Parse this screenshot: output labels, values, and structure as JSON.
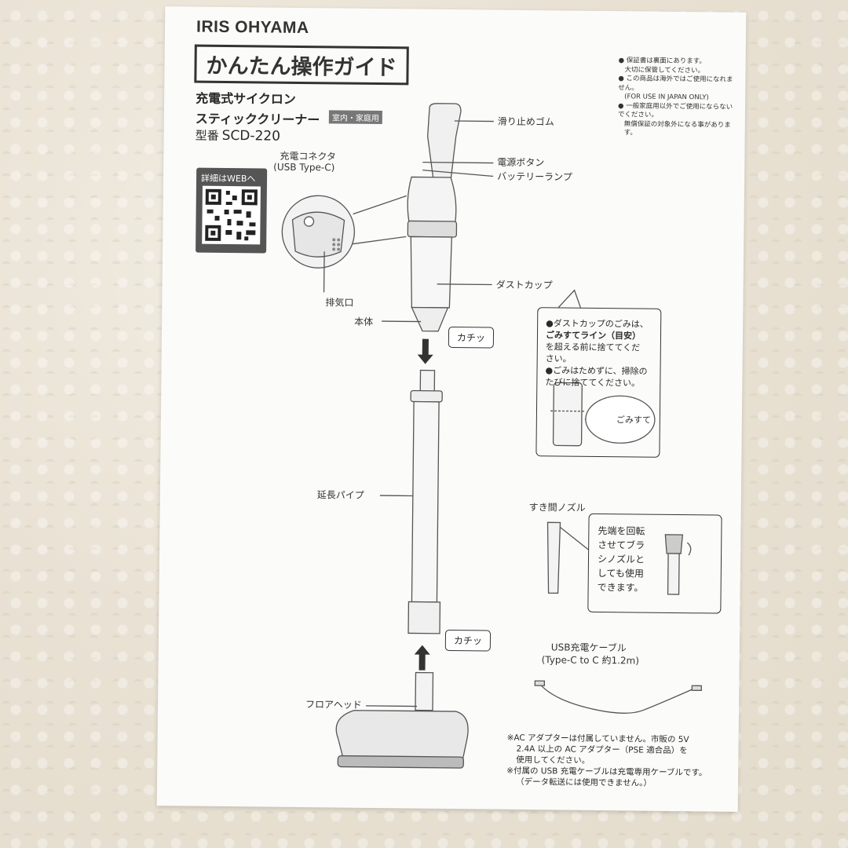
{
  "brand": "IRIS OHYAMA",
  "guide_title": "かんたん操作ガイド",
  "product": {
    "line1": "充電式サイクロン",
    "line2": "スティッククリーナー",
    "tag": "室内・家庭用",
    "model_prefix": "型番",
    "model": "SCD-220"
  },
  "qr_label": "詳細はWEBへ",
  "notes": [
    "● 保証書は裏面にあります。",
    "大切に保管してください。",
    "● この商品は海外ではご使用になれません。",
    "(FOR USE IN JAPAN ONLY)",
    "● 一般家庭用以外でご使用にならないでください。",
    "無償保証の対象外になる事があります。"
  ],
  "labels": {
    "connector": "充電コネクタ",
    "connector_type": "(USB Type-C)",
    "exhaust": "排気口",
    "body": "本体",
    "grip": "滑り止めゴム",
    "power_button": "電源ボタン",
    "battery_lamp": "バッテリーランプ",
    "dust_cup": "ダストカップ",
    "click1": "カチッ",
    "click2": "カチッ",
    "pipe": "延長パイプ",
    "floor_head": "フロアヘッド",
    "crevice": "すき間ノズル",
    "cable_title": "USB充電ケーブル",
    "cable_spec": "(Type-C to C 約1.2m)",
    "gomisute": "ごみすて"
  },
  "dust_tips": [
    "●ダストカップのごみは、",
    "ごみすてライン（目安）",
    "を超える前に捨ててくだ",
    "さい。",
    "●ごみはためずに、掃除の",
    "たびに捨ててください。"
  ],
  "nozzle_tip": [
    "先端を回転",
    "させてブラ",
    "シノズルと",
    "しても使用",
    "できます。"
  ],
  "footer": [
    "※AC アダプターは付属していません。市販の 5V",
    "2.4A 以上の AC アダプター（PSE 適合品）を",
    "使用してください。",
    "※付属の USB 充電ケーブルは充電専用ケーブルです。",
    "（データ転送には使用できません。）"
  ],
  "colors": {
    "paper": "#fbfbfa",
    "ink": "#2a2a2a",
    "background": "#e9e2d4"
  }
}
